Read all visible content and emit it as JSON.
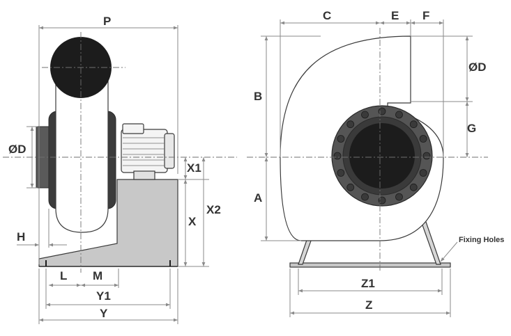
{
  "colors": {
    "dark_fill": "#1c1c1c",
    "motor_fill": "#f4f4f4",
    "base_fill": "#c8c8c8",
    "flange_fill": "#2a2a2a",
    "bolt_fill": "#3a3a3a",
    "text": "#333333",
    "dimension_line": "#8a8a8a"
  },
  "side_view": {
    "labels": {
      "p": "P",
      "diameter": "ØD",
      "x1": "X1",
      "x2": "X2",
      "x": "X",
      "h": "H",
      "l": "L",
      "m": "M",
      "y1": "Y1",
      "y": "Y"
    }
  },
  "front_view": {
    "labels": {
      "c": "C",
      "e": "E",
      "f": "F",
      "diameter": "ØD",
      "b": "B",
      "g": "G",
      "a": "A",
      "z1": "Z1",
      "z": "Z",
      "fixing_holes": "Fixing Holes"
    }
  }
}
